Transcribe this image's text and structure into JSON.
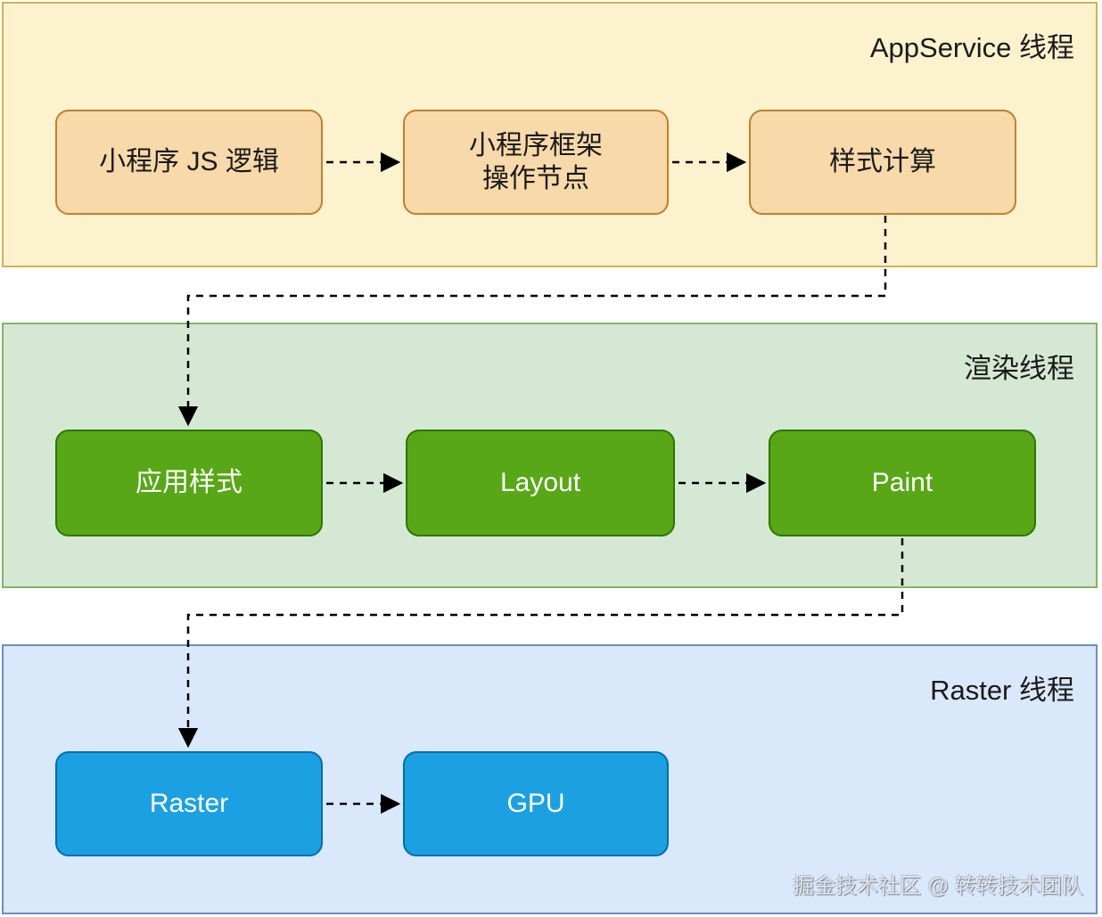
{
  "lanes": [
    {
      "label": "AppService 线程",
      "fill": "#FCF2CD",
      "border": "#D2B152"
    },
    {
      "label": "渲染线程",
      "fill": "#D5E8D4",
      "border": "#82B366"
    },
    {
      "label": "Raster 线程",
      "fill": "#DAE8FC",
      "border": "#6C8EBF"
    }
  ],
  "nodes": [
    {
      "id": "js-logic",
      "label": "小程序 JS 逻辑",
      "lane": "AppService 线程",
      "fill": "#F8D9A9",
      "border": "#C17F2E",
      "text_color": "#1a1a1a"
    },
    {
      "id": "frame-ops",
      "label": "小程序框架\n操作节点",
      "lane": "AppService 线程",
      "fill": "#F8D9A9",
      "border": "#C17F2E",
      "text_color": "#1a1a1a"
    },
    {
      "id": "style-calc",
      "label": "样式计算",
      "lane": "AppService 线程",
      "fill": "#F8D9A9",
      "border": "#C17F2E",
      "text_color": "#1a1a1a"
    },
    {
      "id": "apply-style",
      "label": "应用样式",
      "lane": "渲染线程",
      "fill": "#57A717",
      "border": "#2D7600",
      "text_color": "#ffffff"
    },
    {
      "id": "layout",
      "label": "Layout",
      "lane": "渲染线程",
      "fill": "#57A717",
      "border": "#2D7600",
      "text_color": "#ffffff"
    },
    {
      "id": "paint",
      "label": "Paint",
      "lane": "渲染线程",
      "fill": "#57A717",
      "border": "#2D7600",
      "text_color": "#ffffff"
    },
    {
      "id": "raster",
      "label": "Raster",
      "lane": "Raster 线程",
      "fill": "#1BA1E2",
      "border": "#006EAF",
      "text_color": "#ffffff"
    },
    {
      "id": "gpu",
      "label": "GPU",
      "lane": "Raster 线程",
      "fill": "#1BA1E2",
      "border": "#006EAF",
      "text_color": "#ffffff"
    }
  ],
  "edges": [
    {
      "from": "js-logic",
      "to": "frame-ops",
      "style": "dashed-arrow"
    },
    {
      "from": "frame-ops",
      "to": "style-calc",
      "style": "dashed-arrow"
    },
    {
      "from": "style-calc",
      "to": "apply-style",
      "style": "dashed-arrow-elbow"
    },
    {
      "from": "apply-style",
      "to": "layout",
      "style": "dashed-arrow"
    },
    {
      "from": "layout",
      "to": "paint",
      "style": "dashed-arrow"
    },
    {
      "from": "paint",
      "to": "raster",
      "style": "dashed-arrow-elbow"
    },
    {
      "from": "raster",
      "to": "gpu",
      "style": "dashed-arrow"
    }
  ],
  "watermark": "掘金技术社区 @ 转转技术团队"
}
